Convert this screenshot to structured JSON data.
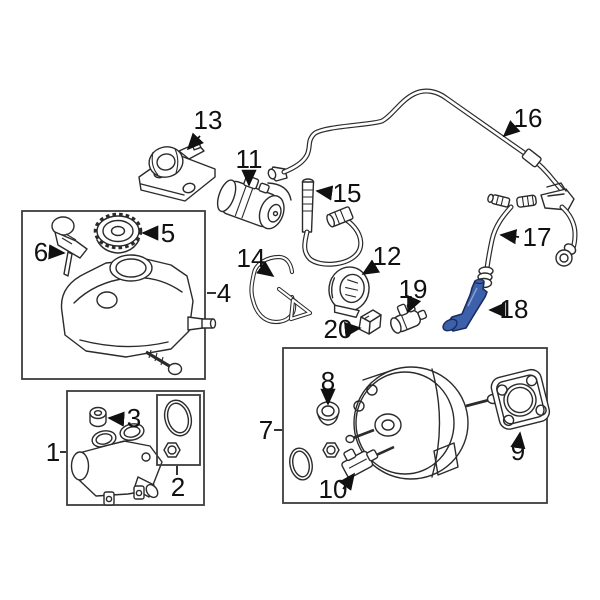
{
  "diagram": {
    "background_color": "#ffffff",
    "line_color": "#2b2b2b",
    "box_border_color": "#3c3c3c",
    "label_color": "#111111",
    "highlight_fill": "#3d60ab",
    "highlight_stroke": "#1a2c5e",
    "selected_callout": "18",
    "callouts": [
      {
        "number": "1",
        "part": "brake-master-cylinder"
      },
      {
        "number": "2",
        "part": "master-cylinder-seal-kit"
      },
      {
        "number": "3",
        "part": "grommet"
      },
      {
        "number": "4",
        "part": "fluid-reservoir-group"
      },
      {
        "number": "5",
        "part": "reservoir-cap"
      },
      {
        "number": "6",
        "part": "fluid-level-sensor"
      },
      {
        "number": "7",
        "part": "brake-booster-group"
      },
      {
        "number": "8",
        "part": "grommet"
      },
      {
        "number": "9",
        "part": "booster-gasket"
      },
      {
        "number": "10",
        "part": "check-valve"
      },
      {
        "number": "11",
        "part": "vacuum-pump"
      },
      {
        "number": "12",
        "part": "grommet-seal"
      },
      {
        "number": "13",
        "part": "pump-bracket"
      },
      {
        "number": "14",
        "part": "retainer-bracket"
      },
      {
        "number": "15",
        "part": "vacuum-hose"
      },
      {
        "number": "16",
        "part": "vacuum-tube"
      },
      {
        "number": "17",
        "part": "vacuum-hose"
      },
      {
        "number": "18",
        "part": "connector-tube"
      },
      {
        "number": "19",
        "part": "check-valve"
      },
      {
        "number": "20",
        "part": "clip"
      }
    ]
  }
}
